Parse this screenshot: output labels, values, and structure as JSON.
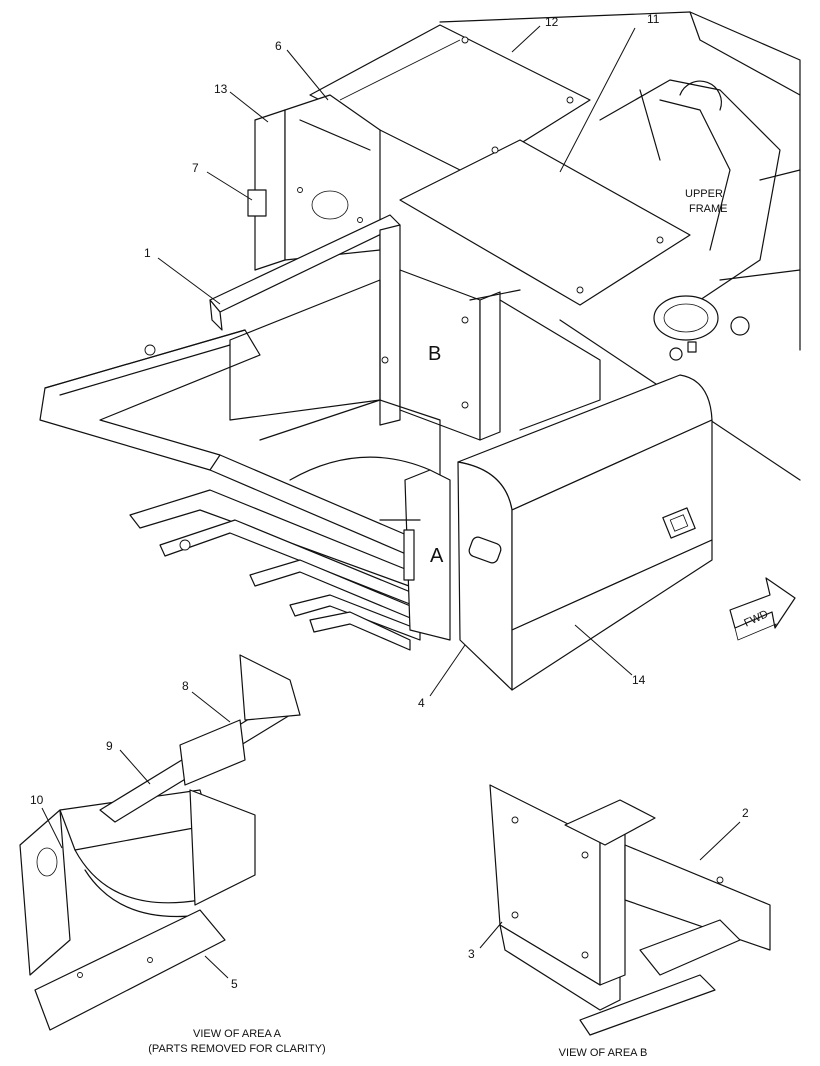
{
  "callouts": {
    "c1": "1",
    "c2": "2",
    "c3": "3",
    "c4": "4",
    "c5": "5",
    "c6": "6",
    "c7": "7",
    "c8": "8",
    "c9": "9",
    "c10": "10",
    "c11": "11",
    "c12": "12",
    "c13": "13",
    "c14": "14"
  },
  "area_labels": {
    "a": "A",
    "b": "B"
  },
  "frame_label": {
    "line1": "UPPER",
    "line2": "FRAME"
  },
  "direction_label": "FWD",
  "captions": {
    "area_a_line1": "VIEW OF AREA A",
    "area_a_line2": "(PARTS REMOVED FOR CLARITY)",
    "area_b": "VIEW OF AREA B"
  }
}
